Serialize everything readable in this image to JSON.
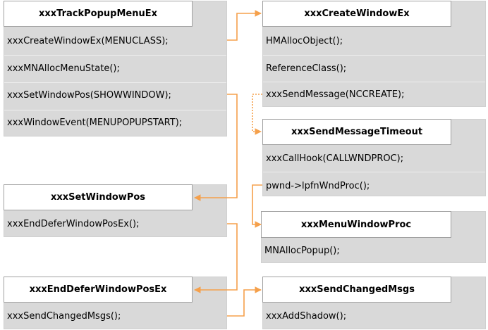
{
  "colors": {
    "arrow": "#f5a04b",
    "box_fill": "#d9d9d9",
    "header_fill": "#ffffff"
  },
  "boxes": {
    "track_popup": {
      "title": "xxxTrackPopupMenuEx",
      "rows": [
        "xxxCreateWindowEx(MENUCLASS);",
        "xxxMNAllocMenuState();",
        "xxxSetWindowPos(SHOWWINDOW);",
        "xxxWindowEvent(MENUPOPUPSTART);"
      ]
    },
    "set_window_pos": {
      "title": "xxxSetWindowPos",
      "rows": [
        "xxxEndDeferWindowPosEx();"
      ]
    },
    "end_defer": {
      "title": "xxxEndDeferWindowPosEx",
      "rows": [
        "xxxSendChangedMsgs();"
      ]
    },
    "create_window": {
      "title": "xxxCreateWindowEx",
      "rows": [
        "HMAllocObject();",
        "ReferenceClass();",
        "xxxSendMessage(NCCREATE);"
      ]
    },
    "send_msg_timeout": {
      "title": "xxxSendMessageTimeout",
      "rows": [
        "xxxCallHook(CALLWNDPROC);",
        "pwnd->lpfnWndProc();"
      ]
    },
    "menu_wnd_proc": {
      "title": "xxxMenuWindowProc",
      "rows": [
        "MNAllocPopup();"
      ]
    },
    "send_changed": {
      "title": "xxxSendChangedMsgs",
      "rows": [
        "xxxAddShadow();"
      ]
    }
  }
}
